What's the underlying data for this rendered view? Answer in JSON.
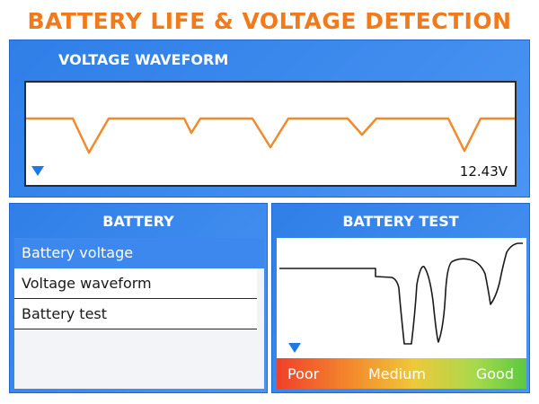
{
  "header": {
    "title": "BATTERY LIFE & VOLTAGE DETECTION"
  },
  "waveform_panel": {
    "title": "VOLTAGE WAVEFORM",
    "reading": "12.43V",
    "line_color": "#f08a2a"
  },
  "battery_panel": {
    "title": "BATTERY",
    "items": [
      {
        "label": "Battery voltage",
        "selected": true
      },
      {
        "label": "Voltage waveform",
        "selected": false
      },
      {
        "label": "Battery test",
        "selected": false
      }
    ]
  },
  "test_panel": {
    "title": "BATTERY TEST",
    "scale": {
      "poor": "Poor",
      "medium": "Medium",
      "good": "Good"
    }
  },
  "colors": {
    "accent_orange": "#f07a1c",
    "panel_blue": "#2f7fe8",
    "selection_blue": "#3d88ee",
    "marker_blue": "#1e78e6"
  }
}
